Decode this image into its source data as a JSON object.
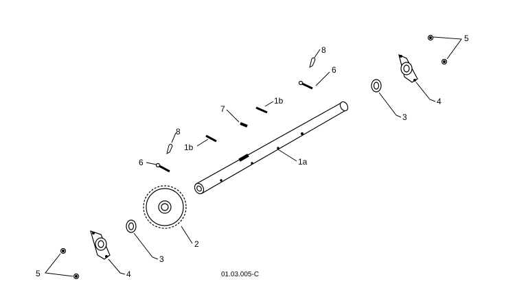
{
  "diagram": {
    "reference_code": "01.03.005-C",
    "callouts": {
      "shaft": "1a",
      "key_upper": "1b",
      "key_lower": "1b",
      "sprocket": "2",
      "washer_left": "3",
      "washer_right": "3",
      "bearing_flange_left": "4",
      "bearing_flange_right": "4",
      "nuts_left": "5",
      "nuts_right": "5",
      "pin_upper": "6",
      "pin_lower": "6",
      "key_square": "7",
      "clip_upper": "8",
      "clip_lower": "8"
    }
  }
}
